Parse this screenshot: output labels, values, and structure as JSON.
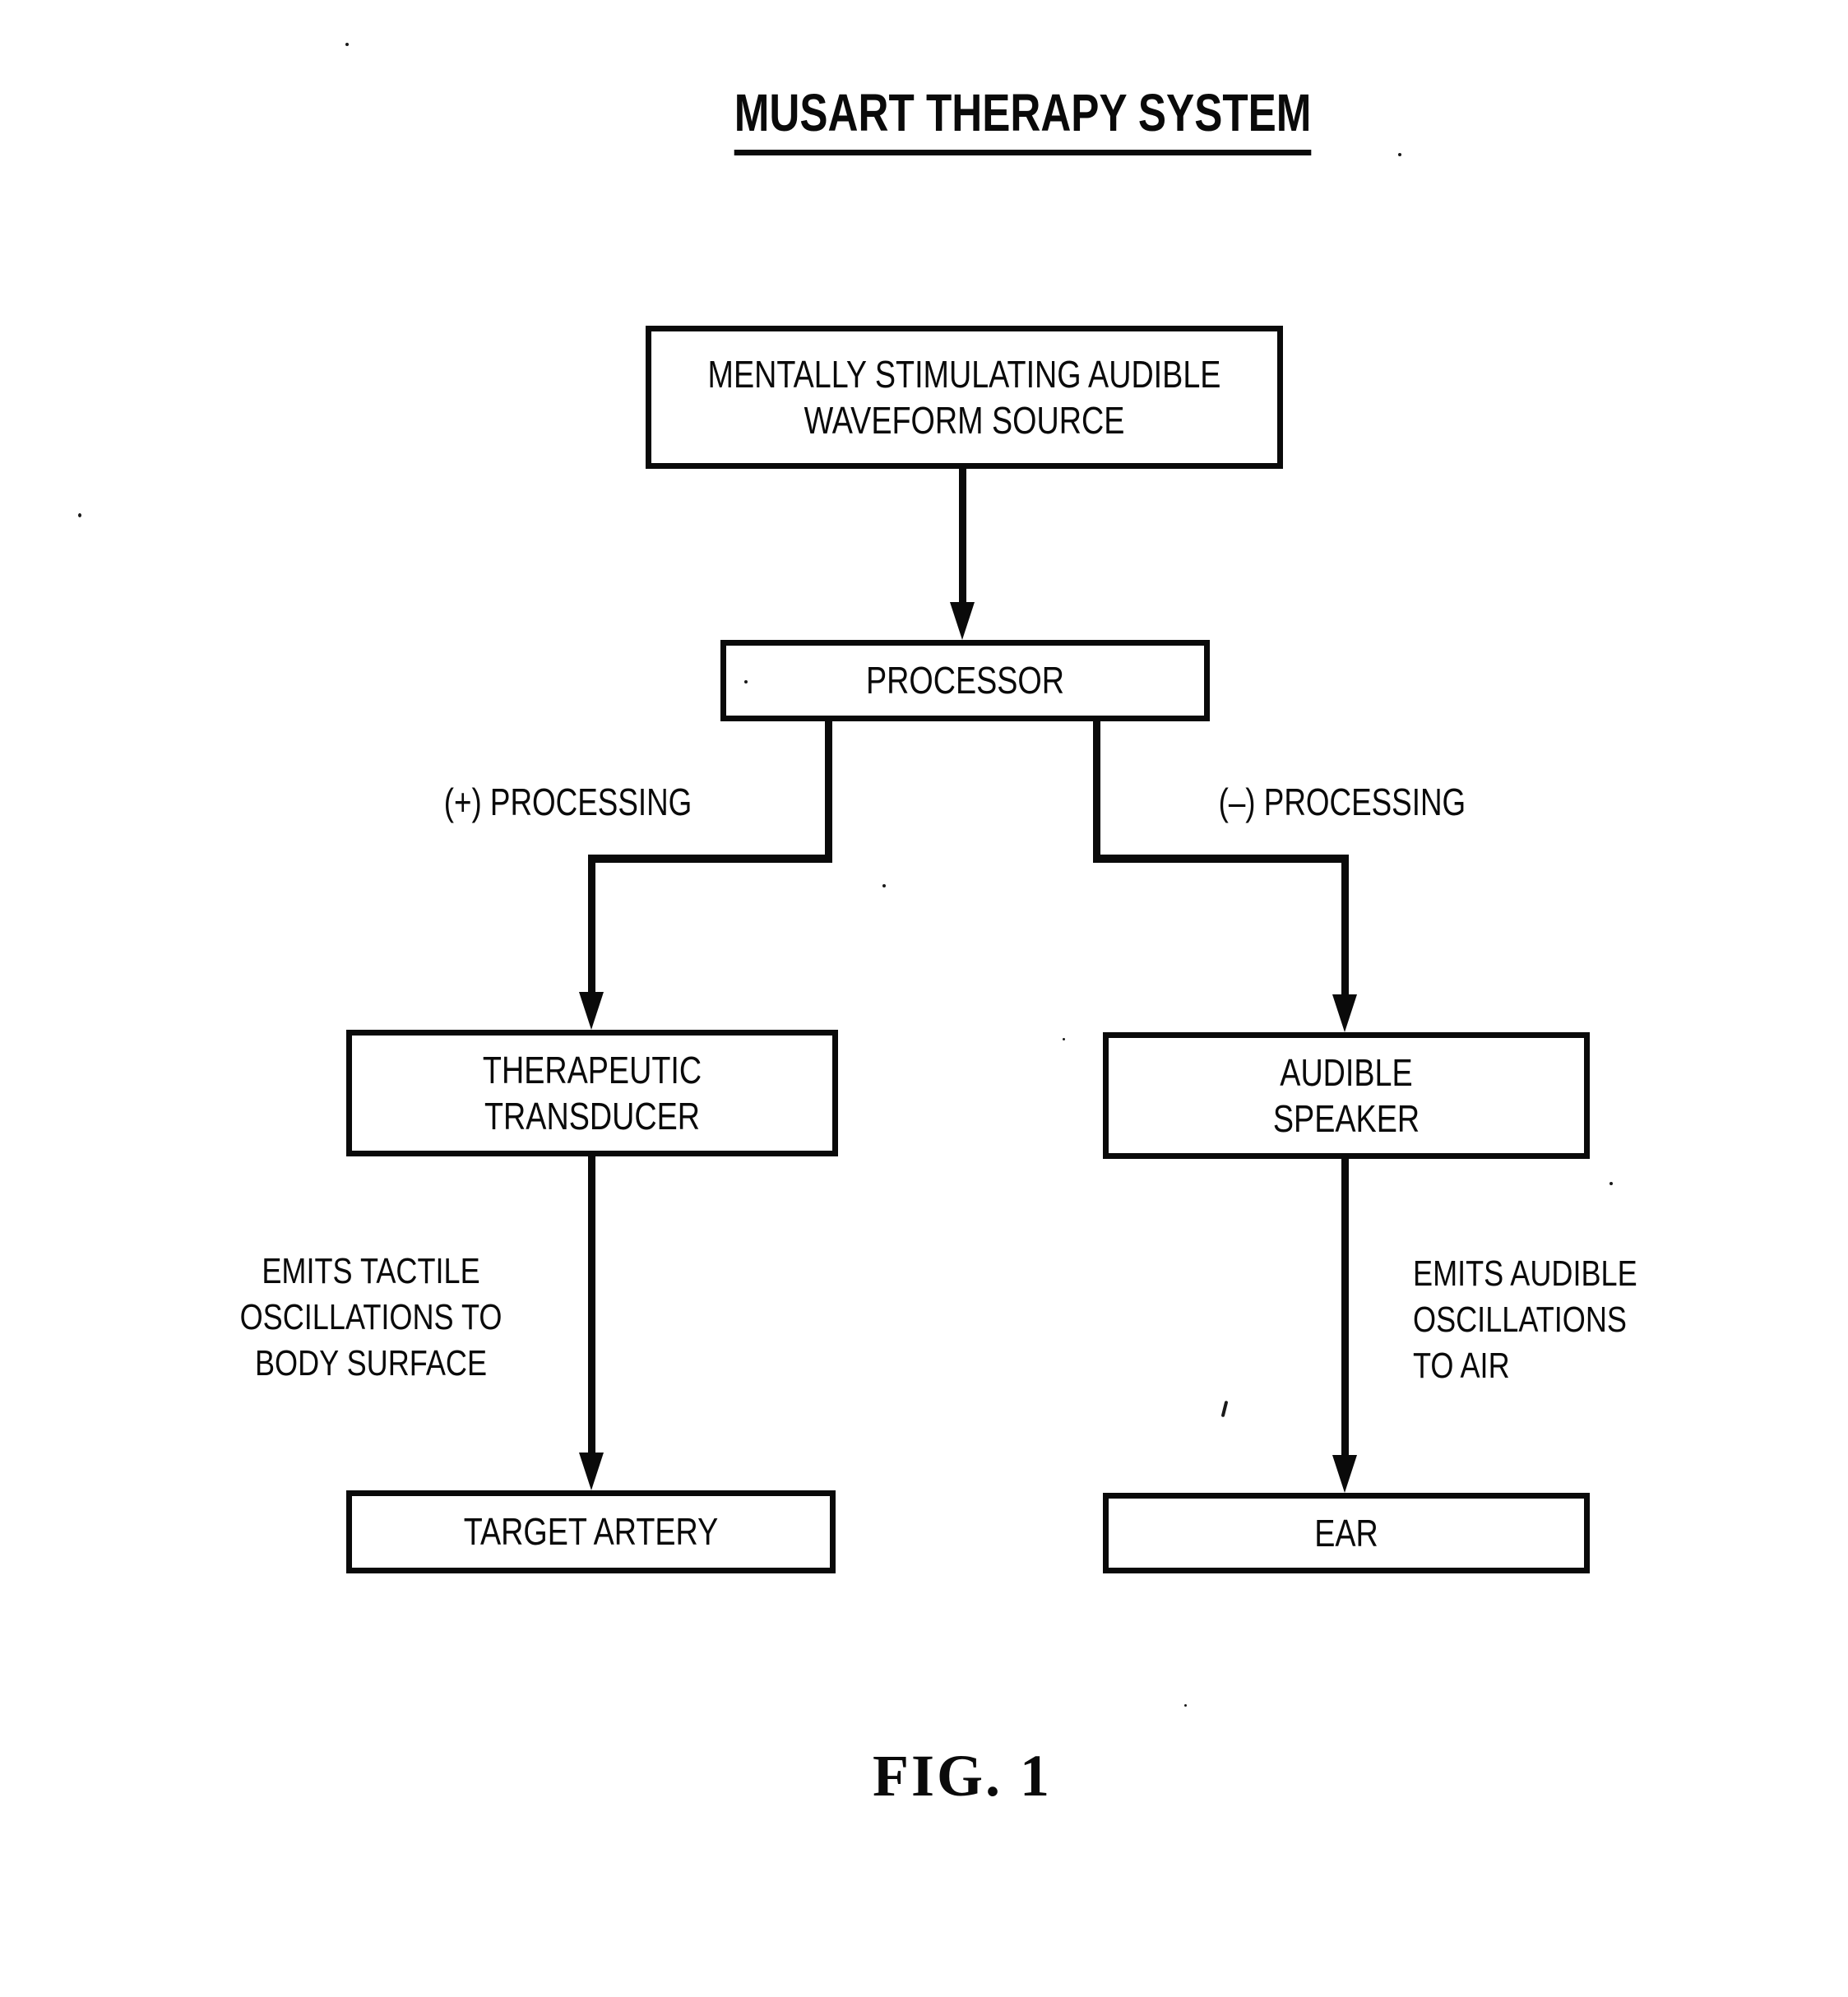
{
  "title": "MUSART THERAPY SYSTEM",
  "figure_label": "FIG. 1",
  "colors": {
    "ink": "#0a0a0a",
    "background": "#ffffff"
  },
  "nodes": {
    "source": {
      "line1": "MENTALLY STIMULATING AUDIBLE",
      "line2": "WAVEFORM SOURCE"
    },
    "processor": {
      "label": "PROCESSOR"
    },
    "transducer": {
      "line1": "THERAPEUTIC",
      "line2": "TRANSDUCER"
    },
    "speaker": {
      "line1": "AUDIBLE",
      "line2": "SPEAKER"
    },
    "artery": {
      "label": "TARGET ARTERY"
    },
    "ear": {
      "label": "EAR"
    }
  },
  "edge_labels": {
    "plus": "(+) PROCESSING",
    "minus": "(–) PROCESSING",
    "tactile": {
      "line1": "EMITS TACTILE",
      "line2": "OSCILLATIONS TO",
      "line3": "BODY SURFACE"
    },
    "audible": {
      "line1": "EMITS AUDIBLE",
      "line2": "OSCILLATIONS",
      "line3": "TO AIR"
    }
  }
}
